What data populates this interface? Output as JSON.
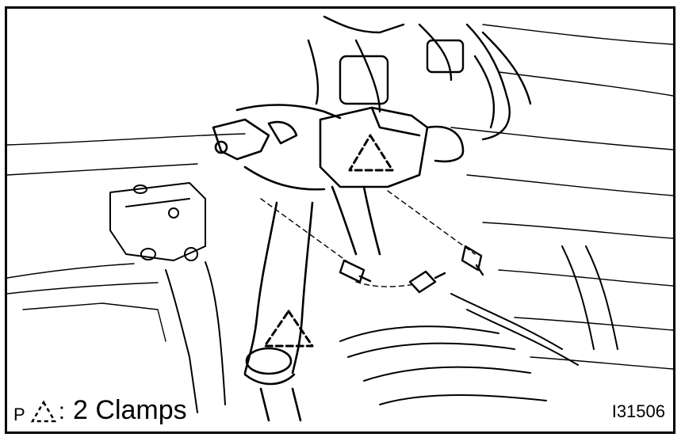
{
  "diagram": {
    "caption": {
      "prefix": "P",
      "symbol_icon": "dashed-triangle-icon",
      "separator": ":",
      "label": "2 Clamps"
    },
    "figure_id": "I31506"
  }
}
